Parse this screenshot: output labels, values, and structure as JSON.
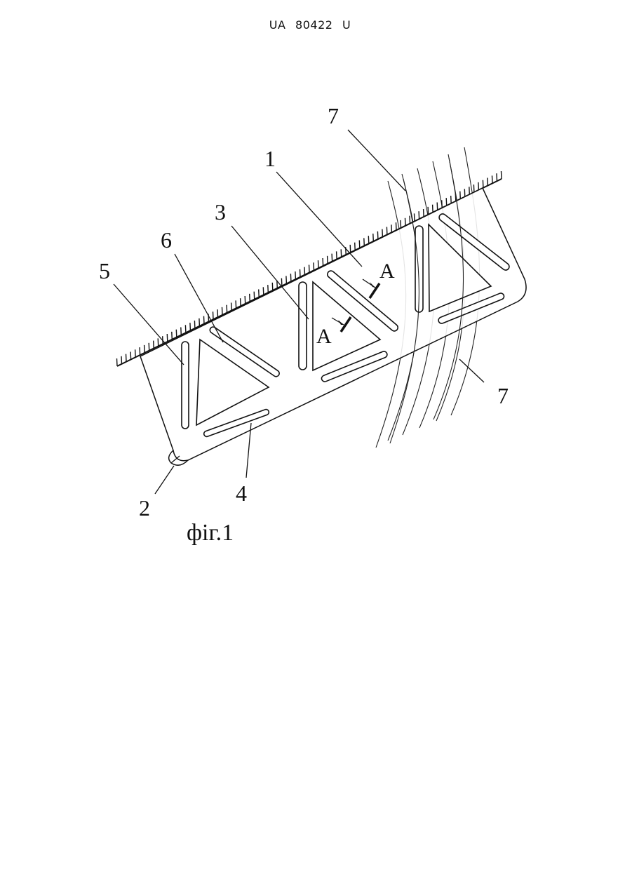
{
  "header": {
    "document_number": "UA   80422   U"
  },
  "figure": {
    "caption": "фіг.1",
    "callouts": {
      "1": "1",
      "2": "2",
      "3": "3",
      "4": "4",
      "5": "5",
      "6": "6",
      "7_top": "7",
      "7_bottom": "7"
    },
    "section_labels": {
      "upper": "A",
      "lower": "A"
    }
  }
}
